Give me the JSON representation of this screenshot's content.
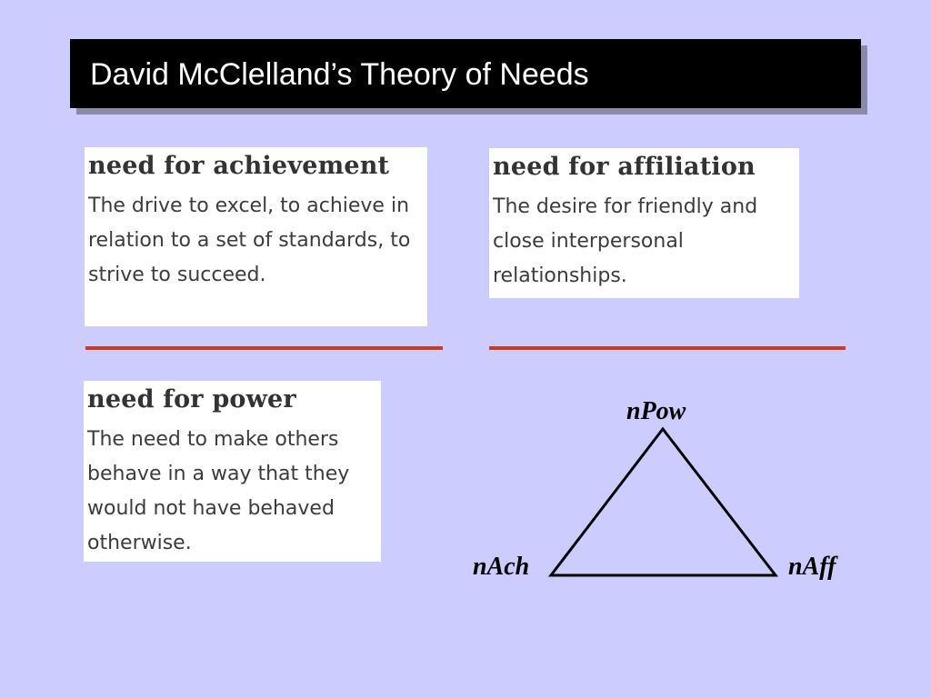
{
  "slide": {
    "title": "David McClelland’s Theory of Needs"
  },
  "cards": {
    "achievement": {
      "term": "need for achievement",
      "definition": "The drive to excel, to achieve in relation to a set of standards, to strive to succeed."
    },
    "affiliation": {
      "term": "need for affiliation",
      "definition": "The desire for friendly and close interpersonal relationships."
    },
    "power": {
      "term": "need for power",
      "definition": "The need to make others behave in a way that they would not have behaved otherwise."
    }
  },
  "triangle": {
    "top_label": "nPow",
    "left_label": "nAch",
    "right_label": "nAff"
  },
  "colors": {
    "background": "#ccccff",
    "title_bar": "#000000",
    "rule": "#d03a1c"
  }
}
